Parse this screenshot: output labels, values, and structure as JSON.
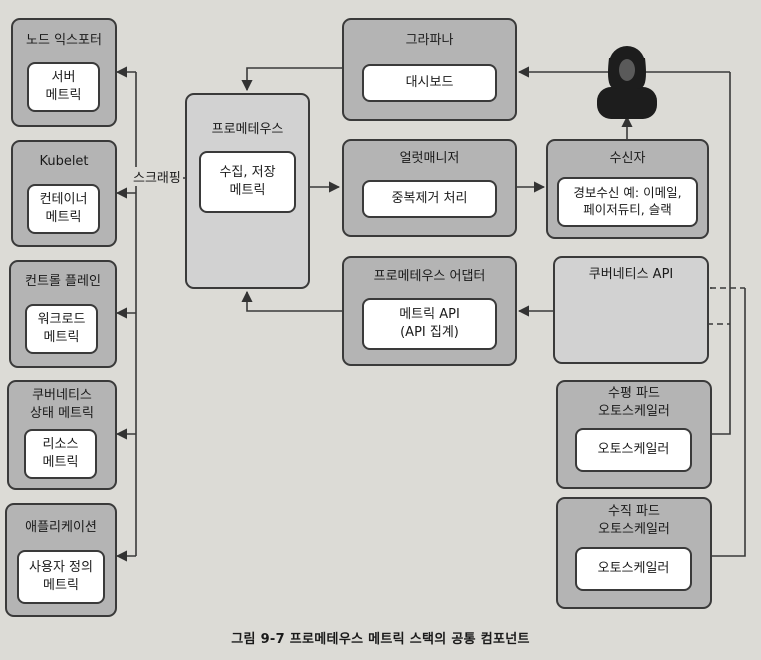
{
  "left_column": [
    {
      "title": "노드 익스포터",
      "inner": "서버\n메트릭"
    },
    {
      "title": "Kubelet",
      "inner": "컨테이너\n메트릭"
    },
    {
      "title": "컨트롤 플레인",
      "inner": "워크로드\n메트릭"
    },
    {
      "title": "쿠버네티스\n상태 메트릭",
      "inner": "리소스\n메트릭"
    },
    {
      "title": "애플리케이션",
      "inner": "사용자 정의\n메트릭"
    }
  ],
  "prometheus": {
    "title": "프로메테우스",
    "inner": "수집, 저장\n메트릭"
  },
  "scrape_label": "스크래핑",
  "grafana": {
    "title": "그라파나",
    "inner": "대시보드"
  },
  "alertmanager": {
    "title": "얼럿매니저",
    "inner": "중복제거 처리"
  },
  "receiver": {
    "title": "수신자",
    "inner": "경보수신 예: 이메일,\n페이저듀티, 슬랙"
  },
  "adapter": {
    "title": "프로메테우스 어댑터",
    "inner": "메트릭 API\n(API 집계)"
  },
  "k8s_api": {
    "title": "쿠버네티스 API"
  },
  "hpa": {
    "title": "수평 파드\n오토스케일러",
    "inner": "오토스케일러"
  },
  "vpa": {
    "title": "수직 파드\n오토스케일러",
    "inner": "오토스케일러"
  },
  "user_icon": "user-icon",
  "caption": "그림 9-7  프로메테우스 메트릭 스택의 공통 컴포넌트"
}
